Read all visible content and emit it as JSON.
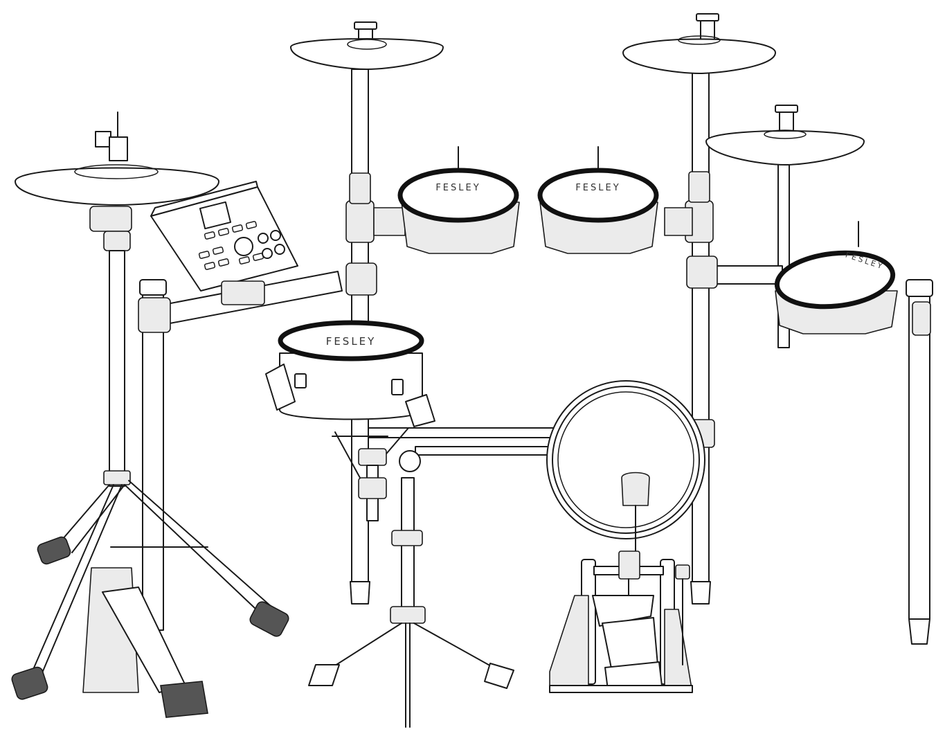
{
  "title": "Electronic drum kit line drawing",
  "pads": {
    "snare_brand": "FESLEY",
    "tom1_brand": "FESLEY",
    "tom2_brand": "FESLEY",
    "tom3_brand": "FESLEY"
  },
  "colors": {
    "line": "#1a1a1a",
    "background": "#ffffff",
    "pad_rim": "#111111",
    "shell": "#ebebeb",
    "rubber": "#555555"
  }
}
